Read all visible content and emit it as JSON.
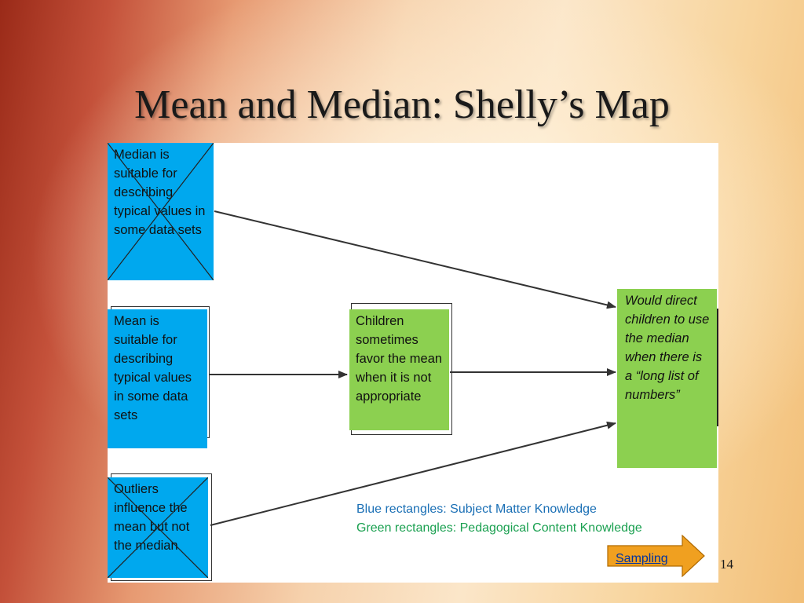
{
  "slide": {
    "title": "Mean and Median: Shelly’s Map",
    "page_number": "14"
  },
  "concept_map": {
    "nodes": {
      "median_suitable": {
        "text": "Median is suitable for describing typical values in some data sets",
        "kind": "subject-matter",
        "crossed_out": true
      },
      "mean_suitable": {
        "text": "Mean is suitable for describing typical values in some data sets",
        "kind": "subject-matter",
        "crossed_out": false
      },
      "outliers": {
        "text": "Outliers influence the mean but not the median",
        "kind": "subject-matter",
        "crossed_out": true
      },
      "children_favor": {
        "text": "Children sometimes favor the mean when it is not appropriate",
        "kind": "pedagogical"
      },
      "would_direct": {
        "text": "Would direct children to use the median when there is a “long list of numbers”",
        "kind": "pedagogical"
      }
    },
    "edges": [
      {
        "from": "median_suitable",
        "to": "would_direct"
      },
      {
        "from": "mean_suitable",
        "to": "children_favor"
      },
      {
        "from": "children_favor",
        "to": "would_direct"
      },
      {
        "from": "outliers",
        "to": "would_direct"
      }
    ],
    "colors": {
      "subject_matter": "#00a8ee",
      "pedagogical": "#8cd050",
      "arrow": "#333333"
    }
  },
  "legend": {
    "blue": "Blue rectangles: Subject Matter Knowledge",
    "green": "Green rectangles: Pedagogical Content Knowledge"
  },
  "nav": {
    "sampling_label": "Sampling",
    "sampling_color": "#f0a020"
  }
}
